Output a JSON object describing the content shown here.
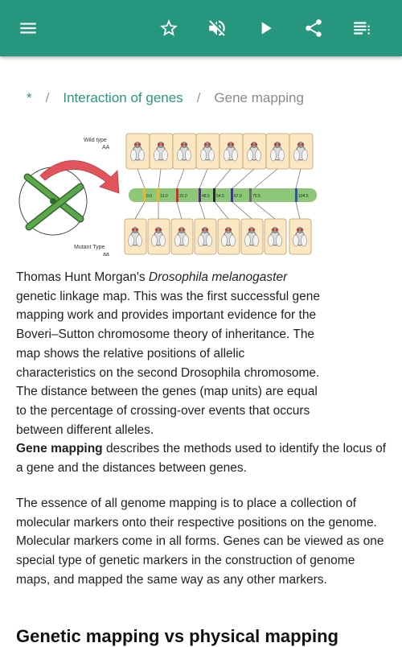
{
  "toolbar": {
    "icons": [
      "menu-icon",
      "star-icon",
      "volume-off-icon",
      "play-icon",
      "share-icon",
      "playlist-icon"
    ],
    "accent": "#26967f"
  },
  "breadcrumb": {
    "home": "*",
    "separator": "/",
    "parent": "Interaction of genes",
    "current": "Gene mapping"
  },
  "figure": {
    "wild_label_1": "Wild type",
    "wild_label_2": "AA",
    "mutant_label_1": "Mutant Type",
    "mutant_label_2": "aa",
    "positions": [
      "0.0",
      "13.0",
      "31.0",
      "48.5",
      "54.5",
      "67.0",
      "75.5",
      "104.5"
    ]
  },
  "article": {
    "p1_a": "Thomas Hunt Morgan's ",
    "p1_italic": "Drosophila melanogaster",
    "p1_b": " genetic linkage map. This was the first successful gene mapping work and provides important evidence for the Boveri–Sutton chromosome theory of inheritance. The map shows the relative positions of allelic characteristics on the second Drosophila chromosome. The distance between the genes (map units) are equal to the percentage of crossing-over events that occurs between different alleles.",
    "p1_bold": "Gene mapping",
    "p1_c": " describes the methods used to identify the locus of a gene and the distances between genes.",
    "p2": "The essence of all genome mapping is to place a collection of molecular markers onto their respective positions on the genome. Molecular markers come in all forms. Genes can be viewed as one special type of genetic markers in the construction of genome maps, and mapped the same way as any other markers.",
    "heading": "Genetic mapping vs physical mapping"
  }
}
